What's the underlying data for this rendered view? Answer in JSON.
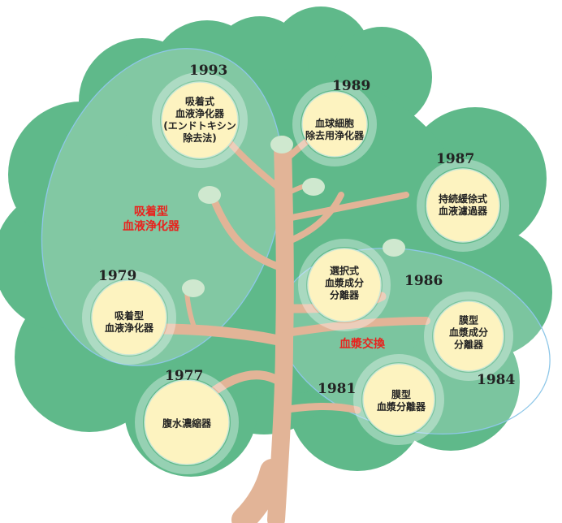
{
  "colors": {
    "canopy": "#5fb98a",
    "trunk": "#e2b497",
    "bubble": "#fdf3c0",
    "group_text": "#e8231e",
    "text": "#222222"
  },
  "groups": {
    "adsorption": [
      "吸着型",
      "血液浄化器"
    ],
    "plasma_exchange": "血漿交換"
  },
  "nodes": [
    {
      "id": "n1993",
      "year": "1993",
      "lines": [
        "吸着式",
        "血液浄化器",
        "(エンドトキシン",
        "除去法)"
      ]
    },
    {
      "id": "n1989",
      "year": "1989",
      "lines": [
        "血球細胞",
        "除去用浄化器"
      ]
    },
    {
      "id": "n1987",
      "year": "1987",
      "lines": [
        "持続緩徐式",
        "血液濾過器"
      ]
    },
    {
      "id": "n1986",
      "year": "1986",
      "lines": [
        "選択式",
        "血漿成分",
        "分離器"
      ]
    },
    {
      "id": "n1984",
      "year": "1984",
      "lines": [
        "膜型",
        "血漿成分",
        "分離器"
      ]
    },
    {
      "id": "n1981",
      "year": "1981",
      "lines": [
        "膜型",
        "血漿分離器"
      ]
    },
    {
      "id": "n1979",
      "year": "1979",
      "lines": [
        "吸着型",
        "血液浄化器"
      ]
    },
    {
      "id": "n1977",
      "year": "1977",
      "lines": [
        "腹水濃縮器"
      ]
    }
  ]
}
